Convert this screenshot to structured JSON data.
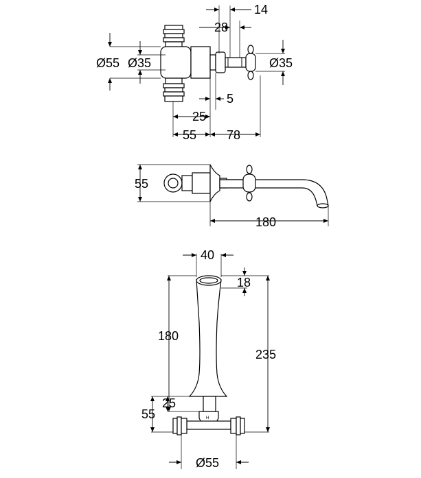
{
  "top_view": {
    "dims": {
      "d14": "14",
      "d28": "28",
      "dia55_left": "Ø55",
      "dia35_left": "Ø35",
      "dia35_right": "Ø35",
      "d5": "5",
      "d25": "25",
      "d55": "55",
      "d78": "78"
    }
  },
  "side_view": {
    "dims": {
      "d55": "55",
      "d180": "180"
    }
  },
  "front_view": {
    "dims": {
      "d40": "40",
      "d18": "18",
      "d180": "180",
      "d235": "235",
      "d25": "25",
      "d55": "55",
      "dia55": "Ø55"
    }
  },
  "colors": {
    "line": "#000000",
    "background": "#ffffff"
  }
}
